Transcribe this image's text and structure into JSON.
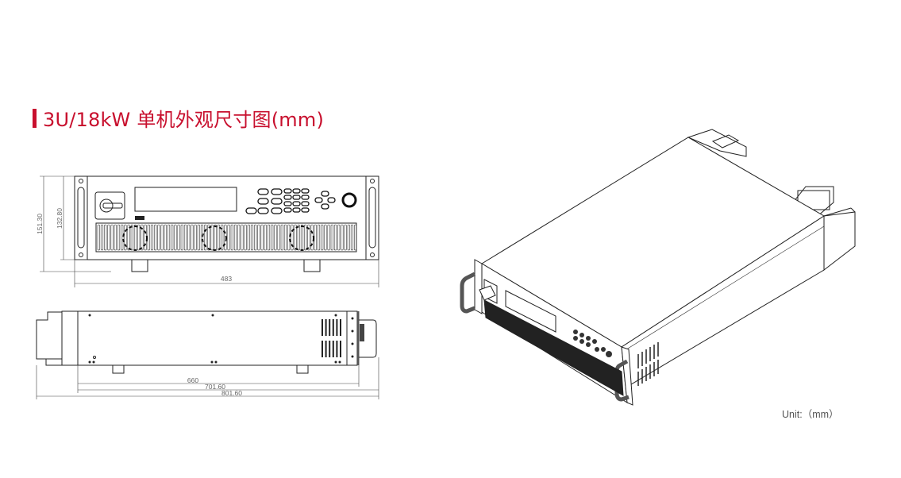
{
  "title": "3U/18kW 单机外观尺寸图(mm)",
  "colors": {
    "accent": "#c8102e",
    "line": "#222222",
    "dimension_text": "#666666"
  },
  "front_view": {
    "dimensions": {
      "overall_height": "151.30",
      "panel_height": "132.80",
      "width": "483"
    }
  },
  "side_view": {
    "dimensions": {
      "body_depth": "660",
      "depth_with_handle": "701.60",
      "overall_depth": "801.60"
    }
  },
  "unit_label": "Unit:（mm）"
}
